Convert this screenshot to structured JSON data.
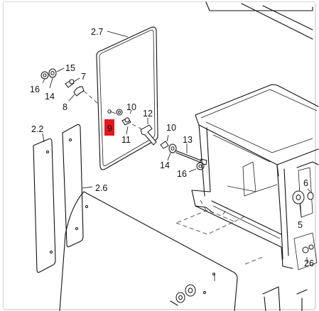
{
  "callouts": {
    "panel_2_7": "2.7",
    "panel_2_2": "2.2",
    "panel_2_6": "2.6",
    "c15": "15",
    "c7": "7",
    "c16a": "16",
    "c14a": "14",
    "c8": "8",
    "c9": "9",
    "c10a": "10",
    "c12": "12",
    "c11": "11",
    "c10b": "10",
    "c13": "13",
    "c14b": "14",
    "c16b": "16",
    "c6": "6",
    "c5": "5",
    "c26": "26"
  },
  "highlight": {
    "label": "9",
    "color": "#e8141c"
  },
  "colors": {
    "line": "#111111",
    "background": "#ffffff",
    "frame": "#d6d6d6"
  }
}
